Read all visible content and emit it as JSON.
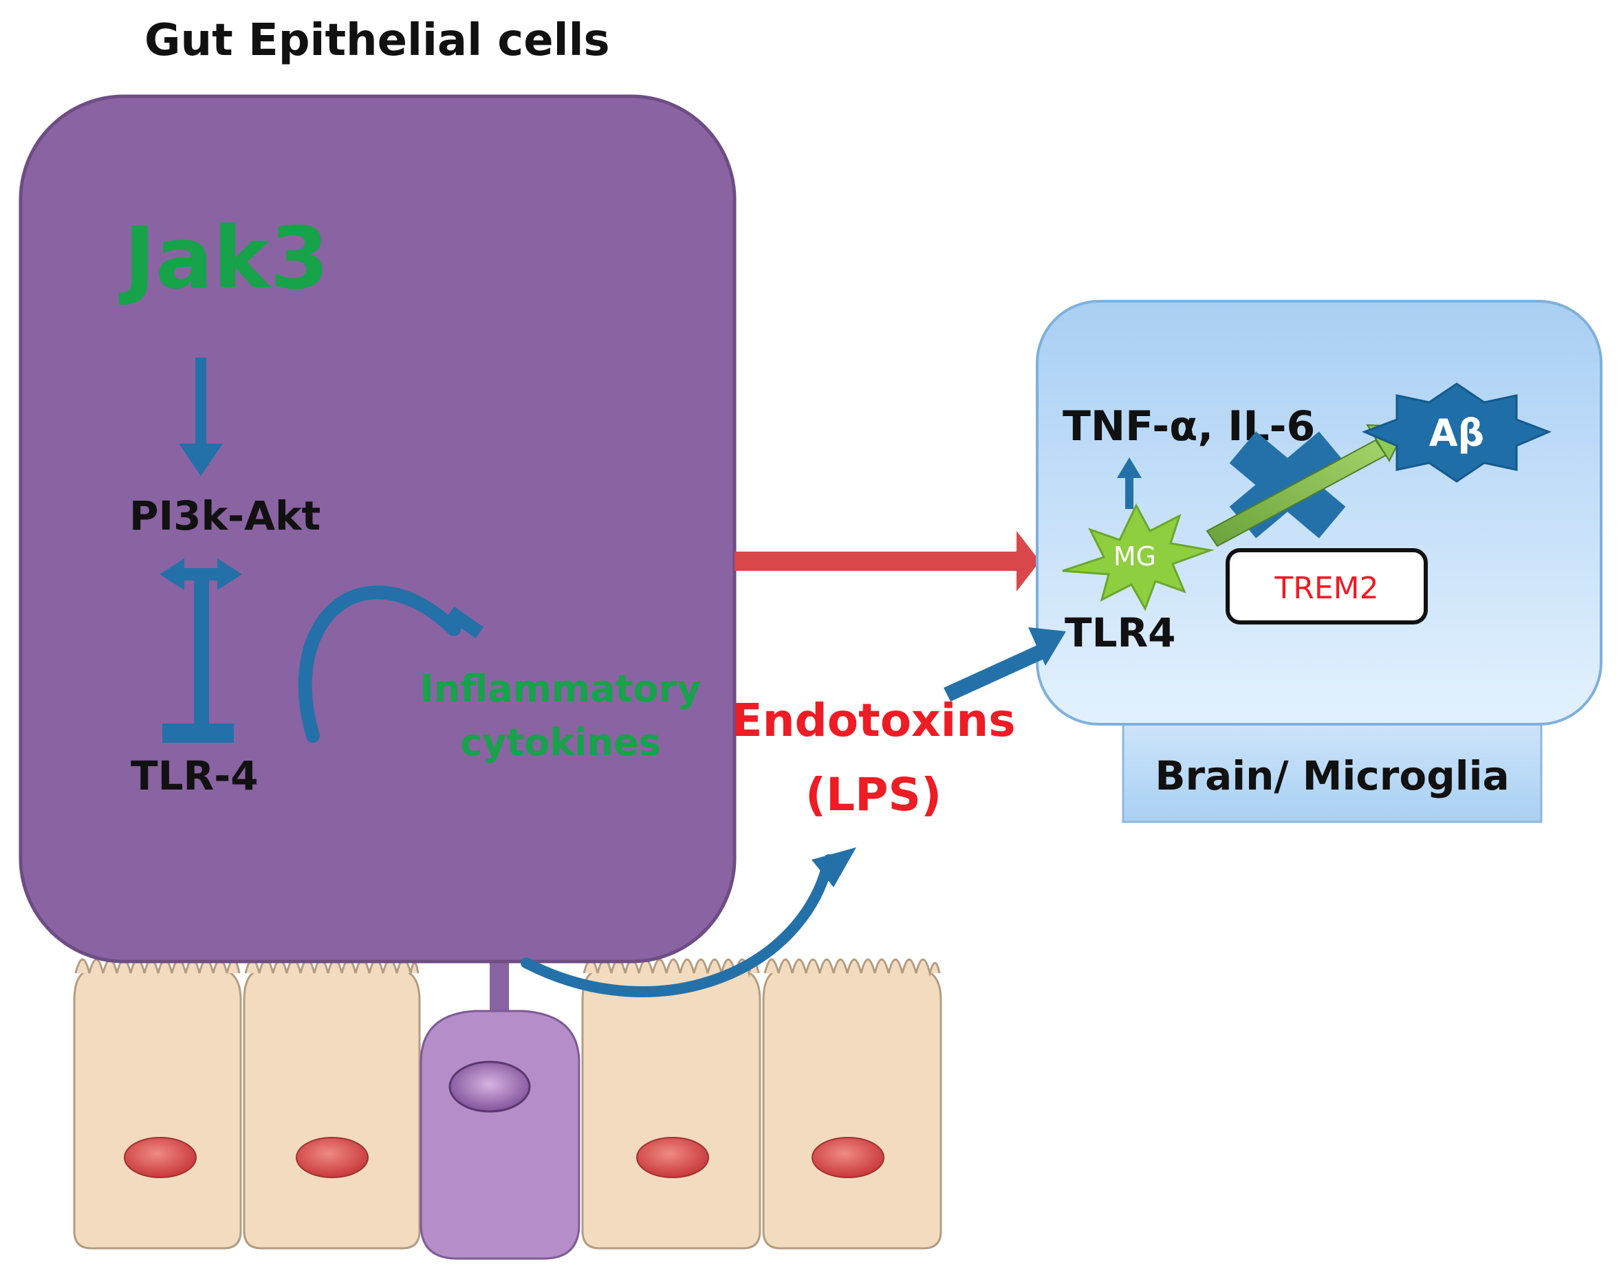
{
  "title": "Gut Epithelial cells",
  "gut_cell": {
    "jak3": "Jak3",
    "pi3k": "PI3k-Akt",
    "tlr4": "TLR-4",
    "cytokines_line1": "Inflammatory",
    "cytokines_line2": "cytokines"
  },
  "endotoxins": {
    "line1": "Endotoxins",
    "line2": "(LPS)"
  },
  "brain": {
    "label": "Brain/ Microglia",
    "tnf": "TNF-α, IL-6",
    "mg": "MG",
    "tlr4": "TLR4",
    "trem2": "TREM2",
    "abeta": "Aβ"
  },
  "colors": {
    "gut_cell": "#8a63a2",
    "brain_box": "#bfdcf7",
    "arrow_blue": "#2471a9",
    "arrow_red": "#d9474a",
    "green_text": "#16a34a",
    "red_text": "#ee1c24",
    "epithelium": "#f2dbbe",
    "nucleus": "#e0514c",
    "goblet": "#b58dc8"
  }
}
